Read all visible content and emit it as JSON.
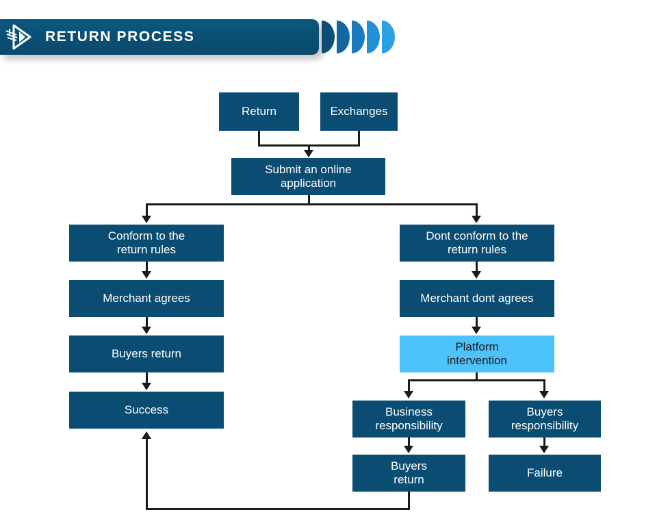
{
  "header": {
    "title": "RETURN PROCESS",
    "logo_icon": "play-arrow-motion-icon",
    "banner_color": "#0a4f74",
    "crescent_icon": "crescent-shape",
    "crescents": [
      {
        "color": "#0b4d73"
      },
      {
        "color": "#1267a0"
      },
      {
        "color": "#1a7cbe"
      },
      {
        "color": "#2390d4"
      },
      {
        "color": "#2ba0e4"
      }
    ]
  },
  "colors": {
    "node_dark": "#0a4c72",
    "node_light": "#4ec2fb",
    "connector": "#1a1a1a",
    "background": "#ffffff"
  },
  "chart_data": {
    "type": "diagram",
    "title": "RETURN PROCESS",
    "nodes": [
      {
        "id": "return",
        "label": "Return",
        "style": "dark"
      },
      {
        "id": "exchanges",
        "label": "Exchanges",
        "style": "dark"
      },
      {
        "id": "submit",
        "label": "Submit an online\napplication",
        "style": "dark"
      },
      {
        "id": "conform",
        "label": "Conform to the\nreturn rules",
        "style": "dark"
      },
      {
        "id": "merchant-agrees",
        "label": "Merchant agrees",
        "style": "dark"
      },
      {
        "id": "buyers-return-left",
        "label": "Buyers return",
        "style": "dark"
      },
      {
        "id": "success",
        "label": "Success",
        "style": "dark"
      },
      {
        "id": "dont-conform",
        "label": "Dont conform to the\nreturn rules",
        "style": "dark"
      },
      {
        "id": "merchant-dont-agrees",
        "label": "Merchant dont agrees",
        "style": "dark"
      },
      {
        "id": "platform-intervention",
        "label": "Platform\nintervention",
        "style": "light"
      },
      {
        "id": "business-responsibility",
        "label": "Business\nresponsibility",
        "style": "dark"
      },
      {
        "id": "buyers-responsibility",
        "label": "Buyers\nresponsibility",
        "style": "dark"
      },
      {
        "id": "buyers-return-bottom",
        "label": "Buyers\nreturn",
        "style": "dark"
      },
      {
        "id": "failure",
        "label": "Failure",
        "style": "dark"
      }
    ],
    "edges": [
      {
        "from": "return",
        "to": "submit"
      },
      {
        "from": "exchanges",
        "to": "submit"
      },
      {
        "from": "submit",
        "to": "conform"
      },
      {
        "from": "submit",
        "to": "dont-conform"
      },
      {
        "from": "conform",
        "to": "merchant-agrees"
      },
      {
        "from": "merchant-agrees",
        "to": "buyers-return-left"
      },
      {
        "from": "buyers-return-left",
        "to": "success"
      },
      {
        "from": "dont-conform",
        "to": "merchant-dont-agrees"
      },
      {
        "from": "merchant-dont-agrees",
        "to": "platform-intervention"
      },
      {
        "from": "platform-intervention",
        "to": "business-responsibility"
      },
      {
        "from": "platform-intervention",
        "to": "buyers-responsibility"
      },
      {
        "from": "business-responsibility",
        "to": "buyers-return-bottom"
      },
      {
        "from": "buyers-responsibility",
        "to": "failure"
      },
      {
        "from": "buyers-return-bottom",
        "to": "success"
      }
    ]
  }
}
